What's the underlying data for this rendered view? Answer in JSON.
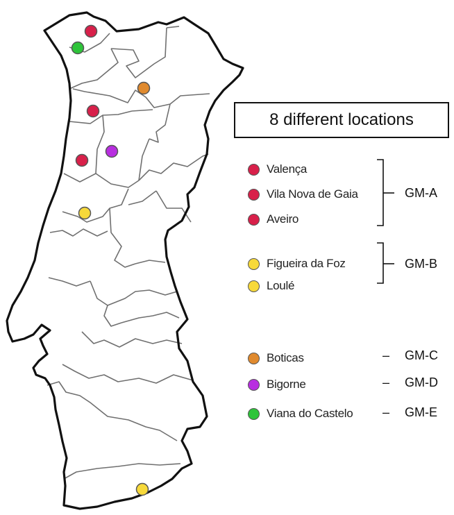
{
  "title": "8 different locations",
  "colors": {
    "red": "#d8204a",
    "yellow": "#f7d93a",
    "orange": "#e08a2e",
    "purple": "#b82ee0",
    "green": "#2ec43a",
    "outline": "#111111",
    "region": "#6f6f6f"
  },
  "legend": [
    {
      "name": "Valença",
      "color": "#d8204a"
    },
    {
      "name": "Vila Nova de Gaia",
      "color": "#d8204a"
    },
    {
      "name": "Aveiro",
      "color": "#d8204a"
    },
    {
      "name": "Figueira da Foz",
      "color": "#f7d93a"
    },
    {
      "name": "Loulé",
      "color": "#f7d93a"
    },
    {
      "name": "Boticas",
      "color": "#e08a2e"
    },
    {
      "name": "Bigorne",
      "color": "#b82ee0"
    },
    {
      "name": "Viana do Castelo",
      "color": "#2ec43a"
    }
  ],
  "groups": [
    "GM-A",
    "GM-B",
    "GM-C",
    "GM-D",
    "GM-E"
  ],
  "dash_symbol": "–",
  "markers": [
    {
      "location": "Valença",
      "color": "#d8204a"
    },
    {
      "location": "Viana do Castelo",
      "color": "#2ec43a"
    },
    {
      "location": "Boticas",
      "color": "#e08a2e"
    },
    {
      "location": "Vila Nova de Gaia",
      "color": "#d8204a"
    },
    {
      "location": "Bigorne",
      "color": "#b82ee0"
    },
    {
      "location": "Aveiro",
      "color": "#d8204a"
    },
    {
      "location": "Figueira da Foz",
      "color": "#f7d93a"
    },
    {
      "location": "Loulé",
      "color": "#f7d93a"
    }
  ]
}
